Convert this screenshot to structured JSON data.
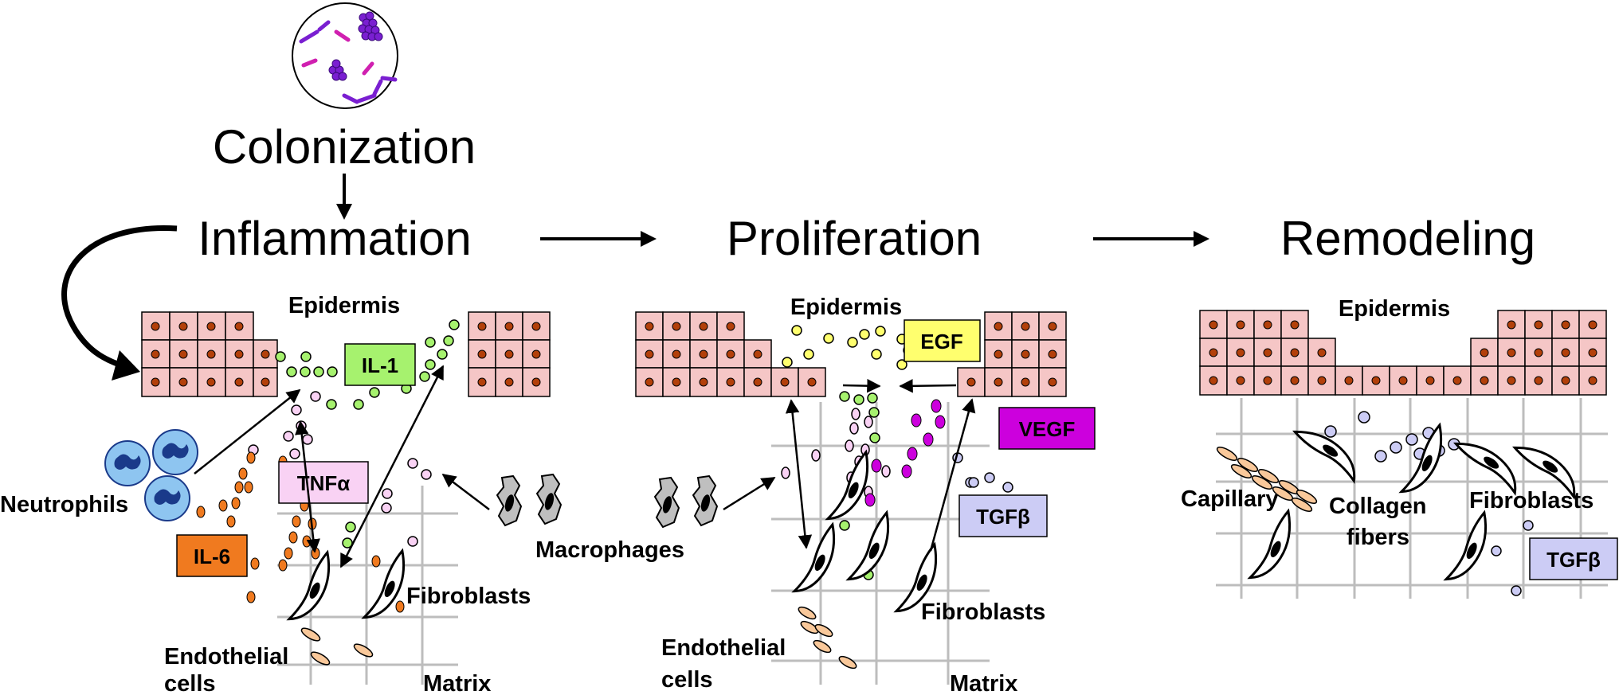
{
  "stages": {
    "colonization": "Colonization",
    "inflammation": "Inflammation",
    "proliferation": "Proliferation",
    "remodeling": "Remodeling"
  },
  "panel1": {
    "epidermis": "Epidermis",
    "neutrophils": "Neutrophils",
    "endothelial_1": "Endothelial",
    "endothelial_2": "cells",
    "matrix": "Matrix",
    "fibroblasts": "Fibroblasts",
    "macrophages": "Macrophages",
    "il1": "IL-1",
    "tnfa": "TNFα",
    "il6": "IL-6"
  },
  "panel2": {
    "epidermis": "Epidermis",
    "egf": "EGF",
    "vegf": "VEGF",
    "tgfb": "TGFβ",
    "fibroblasts": "Fibroblasts",
    "endothelial_1": "Endothelial",
    "endothelial_2": "cells",
    "matrix": "Matrix"
  },
  "panel3": {
    "epidermis": "Epidermis",
    "capillary": "Capillary",
    "collagen_1": "Collagen",
    "collagen_2": "fibers",
    "fibroblasts": "Fibroblasts",
    "tgfb": "TGFβ"
  },
  "colors": {
    "cell_fill": "#f5c6c6",
    "nucleus": "#b3400a",
    "il1": "#a6f26e",
    "tnfa": "#f9d2f4",
    "il6": "#f07a1f",
    "egf": "#ffff6e",
    "vegf": "#cc00dd",
    "tgfb": "#ccccf5",
    "grid": "#bdbdbd",
    "neutrophil": "#8ec5f0",
    "neutrophil_nucleus": "#1a3a8a",
    "bacteria_purple": "#7a1fd1",
    "bacteria_magenta": "#d020b0"
  }
}
